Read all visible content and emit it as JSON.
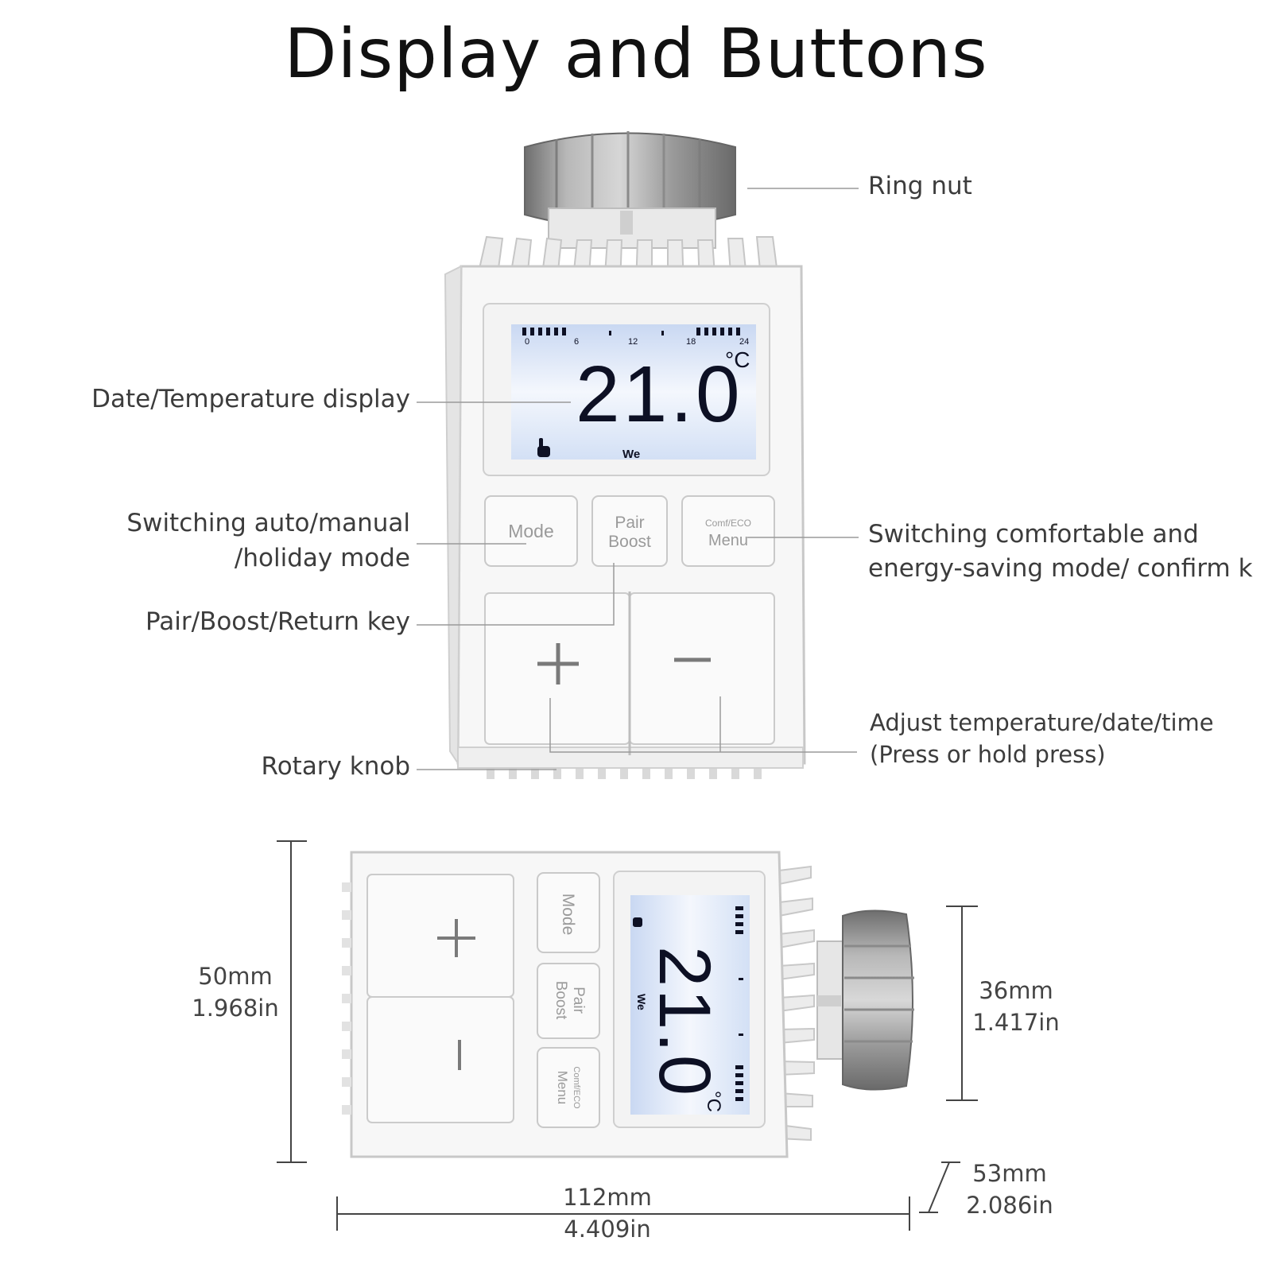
{
  "title": "Display and Buttons",
  "callouts": {
    "ring_nut": "Ring nut",
    "display": "Date/Temperature display",
    "mode_line1": "Switching auto/manual",
    "mode_line2": "/holiday mode",
    "pair": "Pair/Boost/Return key",
    "rotary": "Rotary knob",
    "comfort_line1": "Switching comfortable and",
    "comfort_line2": "energy-saving mode/ confirm k",
    "adjust_line1": "Adjust temperature/date/time",
    "adjust_line2": "(Press or hold press)"
  },
  "device": {
    "temperature": "21.0",
    "unit": "°C",
    "day": "We",
    "timeline_ticks": [
      "0",
      "6",
      "12",
      "18",
      "24"
    ],
    "buttons": {
      "mode": "Mode",
      "pair_1": "Pair",
      "pair_2": "Boost",
      "menu_1": "Comf/ECO",
      "menu_2": "Menu",
      "plus": "+",
      "minus": "−"
    }
  },
  "dimensions": {
    "height_mm": "50mm",
    "height_in": "1.968in",
    "knob_mm": "36mm",
    "knob_in": "1.417in",
    "depth_mm": "53mm",
    "depth_in": "2.086in",
    "length_mm": "112mm",
    "length_in": "4.409in"
  },
  "colors": {
    "lcd_background": "#dbe6f7",
    "lcd_digits": "#0d1024",
    "body": "#f6f6f6",
    "metal_ring": "#9a9a9a"
  }
}
